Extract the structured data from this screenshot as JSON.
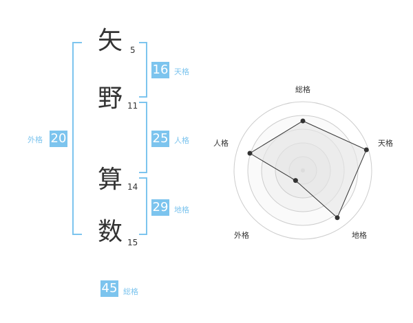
{
  "name": [
    {
      "char": "矢",
      "strokes": "5"
    },
    {
      "char": "野",
      "strokes": "11"
    },
    {
      "char": "算",
      "strokes": "14"
    },
    {
      "char": "数",
      "strokes": "15"
    }
  ],
  "kaku": {
    "tenkaku": {
      "label": "天格",
      "value": "16"
    },
    "jinkaku": {
      "label": "人格",
      "value": "25"
    },
    "chikaku": {
      "label": "地格",
      "value": "29"
    },
    "gaikaku": {
      "label": "外格",
      "value": "20"
    },
    "soukaku": {
      "label": "総格",
      "value": "45"
    }
  },
  "colors": {
    "accent": "#7cc4ee",
    "text": "#333333"
  },
  "radar": {
    "axes": [
      "総格",
      "天格",
      "地格",
      "外格",
      "人格"
    ],
    "values": [
      0.72,
      0.97,
      0.85,
      0.18,
      0.81
    ]
  }
}
